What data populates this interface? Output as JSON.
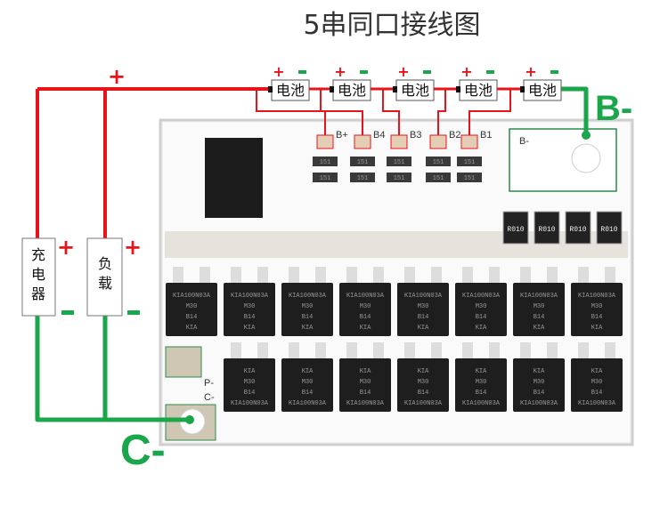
{
  "title": "5串同口接线图",
  "battery_label": "电池",
  "batteries": [
    1,
    2,
    3,
    4,
    5
  ],
  "plus": "+",
  "minus": "-",
  "charger_label": [
    "充",
    "电",
    "器"
  ],
  "load_label": [
    "负",
    "载"
  ],
  "b_minus_label": "B-",
  "c_minus_label": "C-",
  "pcb": {
    "pad_labels": [
      "B+",
      "B4",
      "B3",
      "B2",
      "B1"
    ],
    "b_minus_silk": "B-",
    "p_minus_silk": "P-",
    "c_minus_silk": "C-",
    "resistor_code": "R010",
    "smd_code": "151",
    "mosfet_top": [
      "KIA100N03A",
      "M30",
      "B14",
      "KIA"
    ],
    "mosfet_bottom": [
      "KIA",
      "M30",
      "B14",
      "KIA100N03A"
    ]
  },
  "colors": {
    "positive": "#e8141b",
    "negative": "#1aa64a"
  }
}
